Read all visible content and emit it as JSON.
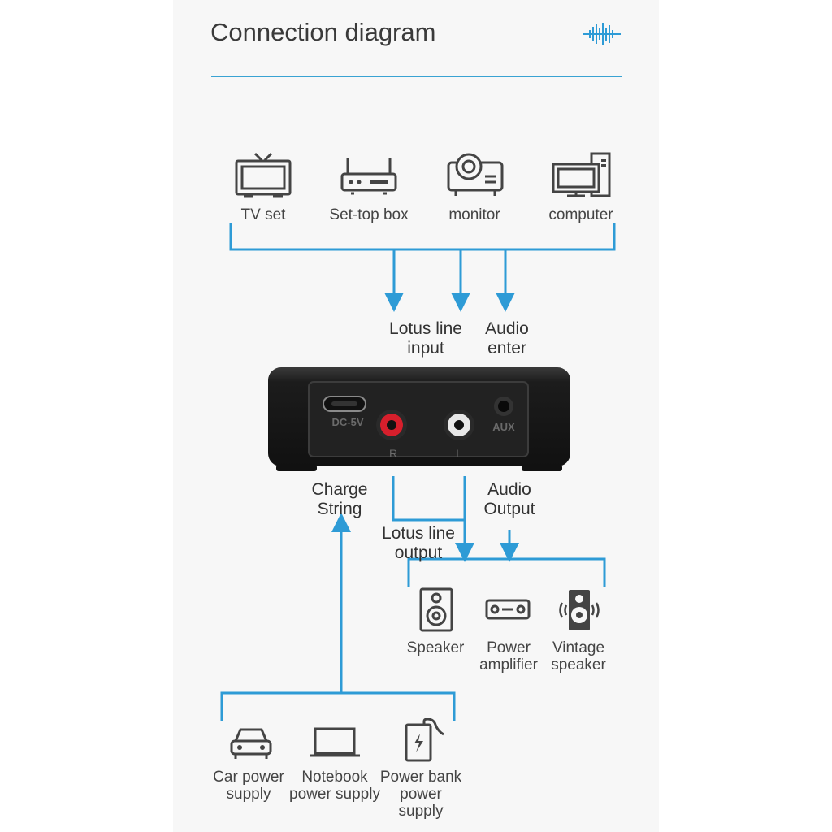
{
  "header": {
    "title": "Connection diagram",
    "wave_icon": "sound-wave-icon"
  },
  "colors": {
    "accent": "#2e9bd6",
    "icon": "#444444",
    "device_body": "#1c1c1c",
    "rca_red": "#d61f2c"
  },
  "sources": [
    {
      "label": "TV set",
      "icon": "tv-icon"
    },
    {
      "label": "Set-top box",
      "icon": "router-icon"
    },
    {
      "label": "monitor",
      "icon": "projector-icon"
    },
    {
      "label": "computer",
      "icon": "computer-icon"
    }
  ],
  "input_labels": {
    "lotus_line_input": "Lotus line\ninput",
    "audio_enter": "Audio\nenter"
  },
  "device": {
    "dc_label": "DC-5V",
    "r_label": "R",
    "l_label": "L",
    "aux_label": "AUX"
  },
  "output_labels": {
    "charge_string": "Charge\nString",
    "audio_output": "Audio\nOutput",
    "lotus_line_output": "Lotus line\noutput"
  },
  "outputs": [
    {
      "label": "Speaker",
      "icon": "speaker-icon"
    },
    {
      "label": "Power\namplifier",
      "icon": "amplifier-icon"
    },
    {
      "label": "Vintage\nspeaker",
      "icon": "vintage-speaker-icon"
    }
  ],
  "power_sources": [
    {
      "label": "Car power\nsupply",
      "icon": "car-icon"
    },
    {
      "label": "Notebook\npower supply",
      "icon": "laptop-icon"
    },
    {
      "label": "Power bank\npower\nsupply",
      "icon": "power-bank-icon"
    }
  ]
}
